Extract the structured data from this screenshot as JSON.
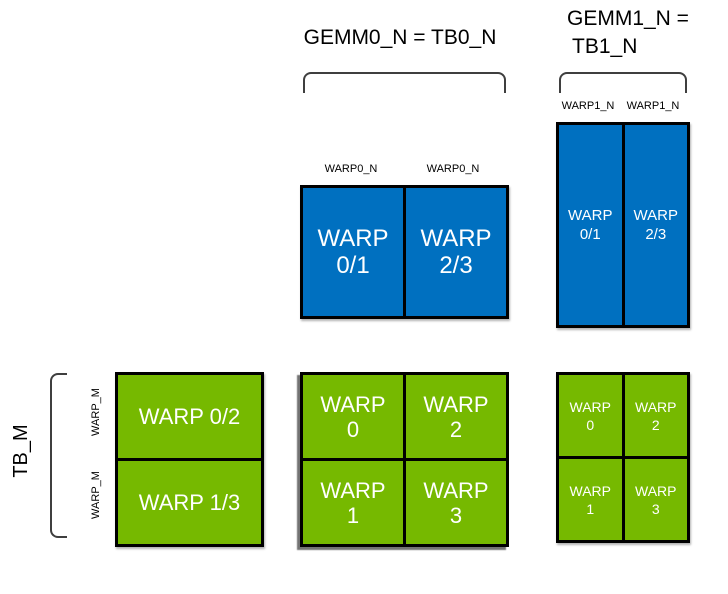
{
  "colors": {
    "blue": "#0070C0",
    "green": "#76B900",
    "brace": "#3F3F3F",
    "outline": "#000000",
    "cell_text": "#FFFFFF"
  },
  "titles": {
    "gemm0": "GEMM0_N = TB0_N",
    "gemm1_line1": "GEMM1_N =",
    "gemm1_line2": "TB1_N"
  },
  "axis_labels": {
    "warp0_n_left": "WARP0_N",
    "warp0_n_right": "WARP0_N",
    "warp1_n_left": "WARP1_N",
    "warp1_n_right": "WARP1_N",
    "tb_m": "TB_M",
    "warp_m_top": "WARP_M",
    "warp_m_bottom": "WARP_M"
  },
  "gemm0_accumulator": {
    "cells": [
      {
        "line1": "WARP",
        "line2": "0/1"
      },
      {
        "line1": "WARP",
        "line2": "2/3"
      }
    ]
  },
  "gemm1_accumulator": {
    "cells": [
      {
        "line1": "WARP",
        "line2": "0/1"
      },
      {
        "line1": "WARP",
        "line2": "2/3"
      }
    ]
  },
  "tb_m_warps": {
    "cells": [
      {
        "label": "WARP 0/2"
      },
      {
        "label": "WARP 1/3"
      }
    ]
  },
  "gemm0_warps": {
    "cells": [
      {
        "line1": "WARP",
        "line2": "0"
      },
      {
        "line1": "WARP",
        "line2": "2"
      },
      {
        "line1": "WARP",
        "line2": "1"
      },
      {
        "line1": "WARP",
        "line2": "3"
      }
    ]
  },
  "gemm1_warps": {
    "cells": [
      {
        "line1": "WARP",
        "line2": "0"
      },
      {
        "line1": "WARP",
        "line2": "2"
      },
      {
        "line1": "WARP",
        "line2": "1"
      },
      {
        "line1": "WARP",
        "line2": "3"
      }
    ]
  }
}
